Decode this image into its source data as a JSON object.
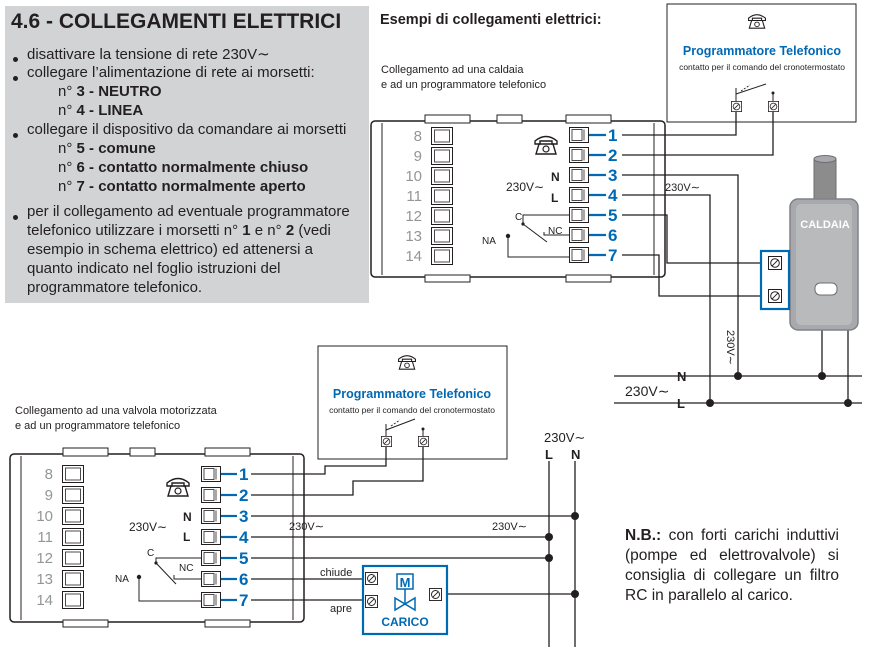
{
  "section": {
    "title": "4.6 - COLLEGAMENTI ELETTRICI",
    "b1": "disattivare la tensione di rete 230V∼",
    "b2": "collegare l’alimentazione di rete ai morsetti:",
    "n3_pre": "n°",
    "n3": "3 - NEUTRO",
    "n4_pre": "n°",
    "n4": "4 - LINEA",
    "b3": "collegare il dispositivo da comandare ai morsetti",
    "c5_pre": "n°",
    "c5": "5 - comune",
    "c6_pre": "n°",
    "c6": "6 - contatto normalmente chiuso",
    "c7_pre": "n°",
    "c7": "7 - contatto normalmente aperto",
    "b4_l1_a": "per il collegamento ad eventuale programmatore",
    "b4_l2_a": "telefonico utilizzare i morsetti n°",
    "b4_l2_b": "1",
    "b4_l2_c": "e n°",
    "b4_l2_d": "2",
    "b4_l2_e": "(vedi",
    "b4_l3": "esempio in schema elettrico) ed attenersi a",
    "b4_l4": "quanto indicato nel foglio istruzioni del",
    "b4_l5": "programmatore telefonico."
  },
  "examples_title": "Esempi di collegamenti elettrici:",
  "caldaia_example": {
    "caption_l1": "Collegamento ad una caldaia",
    "caption_l2": "e ad un programmatore telefonico",
    "prog_title": "Programmatore Telefonico",
    "prog_sub": "contatto per il comando del cronotermostato",
    "boiler_label": "CALDAIA",
    "left_numbers": [
      "8",
      "9",
      "10",
      "11",
      "12",
      "13",
      "14"
    ],
    "right_numbers": [
      "1",
      "2",
      "3",
      "4",
      "5",
      "6",
      "7"
    ],
    "n_label": "N",
    "l_label": "L",
    "voltage_label": "230V∼",
    "c_label": "C",
    "nc_label": "NC",
    "na_label": "NA",
    "wire_voltage": "230V∼",
    "vertical_voltage": "230V∼",
    "mains_voltage": "230V∼",
    "mains_n": "N",
    "mains_l": "L"
  },
  "valve_example": {
    "caption_l1": "Collegamento ad una valvola motorizzata",
    "caption_l2": "e ad un programmatore telefonico",
    "prog_title": "Programmatore Telefonico",
    "prog_sub": "contatto per il comando del cronotermostato",
    "left_numbers": [
      "8",
      "9",
      "10",
      "11",
      "12",
      "13",
      "14"
    ],
    "right_numbers": [
      "1",
      "2",
      "3",
      "4",
      "5",
      "6",
      "7"
    ],
    "n_label": "N",
    "l_label": "L",
    "voltage_label": "230V∼",
    "c_label": "C",
    "nc_label": "NC",
    "na_label": "NA",
    "wire_voltage_left": "230V∼",
    "wire_voltage_right": "230V∼",
    "mains_voltage": "230V∼",
    "mains_l": "L",
    "mains_n": "N",
    "chiude": "chiude",
    "apre": "apre",
    "motor_label": "M",
    "load_label": "CARICO"
  },
  "note": {
    "prefix": "N.B.:",
    "text": " con forti carichi induttivi (pompe ed elettrovalvole) si consiglia di collegare un filtro RC in parallelo al carico."
  },
  "colors": {
    "accent_blue": "#0069b4",
    "panel_grey": "#d1d3d4",
    "ink": "#231f20"
  }
}
